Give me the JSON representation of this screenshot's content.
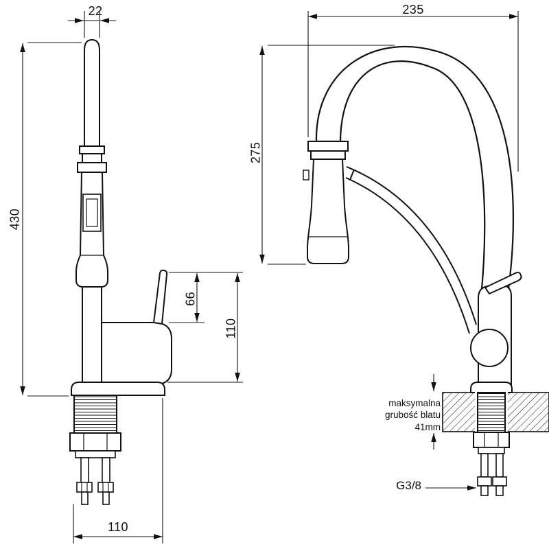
{
  "page": {
    "background": "#ffffff",
    "line_color": "#111111",
    "description": "Technical dimension drawing of a kitchen faucet with pull-out spray head, side view and front view"
  },
  "drawing": {
    "side_view": {
      "dims": {
        "spout_tube_width_mm": "22",
        "total_height_mm": "430",
        "handle_section_mm": "66",
        "body_section_mm": "110",
        "base_footprint_mm": "110"
      }
    },
    "front_view": {
      "dims": {
        "spout_reach_mm": "235",
        "spout_height_mm": "275"
      },
      "counter_note": {
        "line1": "maksymalna",
        "line2": "grubość blatu 41mm"
      },
      "connector_thread": "G3/8"
    }
  }
}
